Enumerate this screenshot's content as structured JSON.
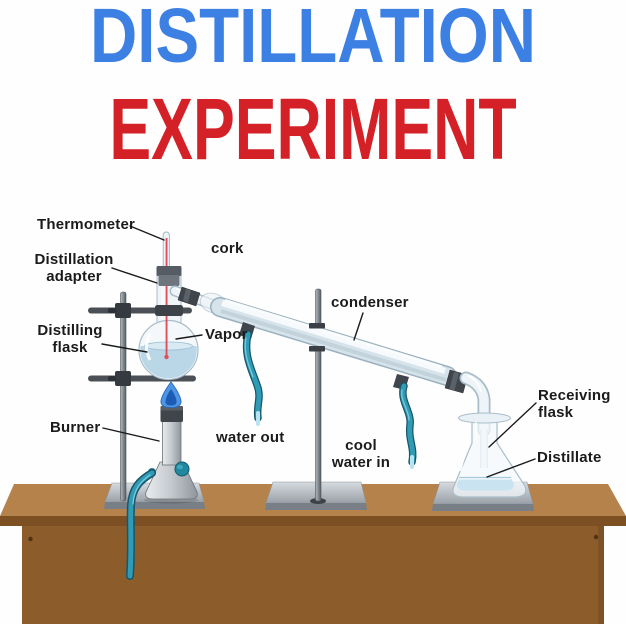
{
  "title": {
    "line1": "DISTILLATION",
    "line2": "EXPERIMENT"
  },
  "labels": {
    "thermometer": "Thermometer",
    "distillation_adapter": "Distillation\nadapter",
    "cork": "cork",
    "distilling_flask": "Distilling\nflask",
    "vapor": "Vapor",
    "burner": "Burner",
    "water_out": "water out",
    "cool_water_in": "cool\nwater in",
    "condenser": "condenser",
    "receiving_flask": "Receiving\nflask",
    "distillate": "Distillate"
  },
  "colors": {
    "title_blue": "#3c80e4",
    "title_red": "#d42127",
    "label_text": "#1b1b1b",
    "table_top": "#b5824c",
    "table_edge": "#7c5023",
    "table_front": "#8c5d2b",
    "hose_teal": "#2f9bb5",
    "flame_blue": "#4e95e3",
    "liquid_blue": "#b9d7e7",
    "metal_gray": "#848b91",
    "cork_dark": "#3f454b"
  }
}
